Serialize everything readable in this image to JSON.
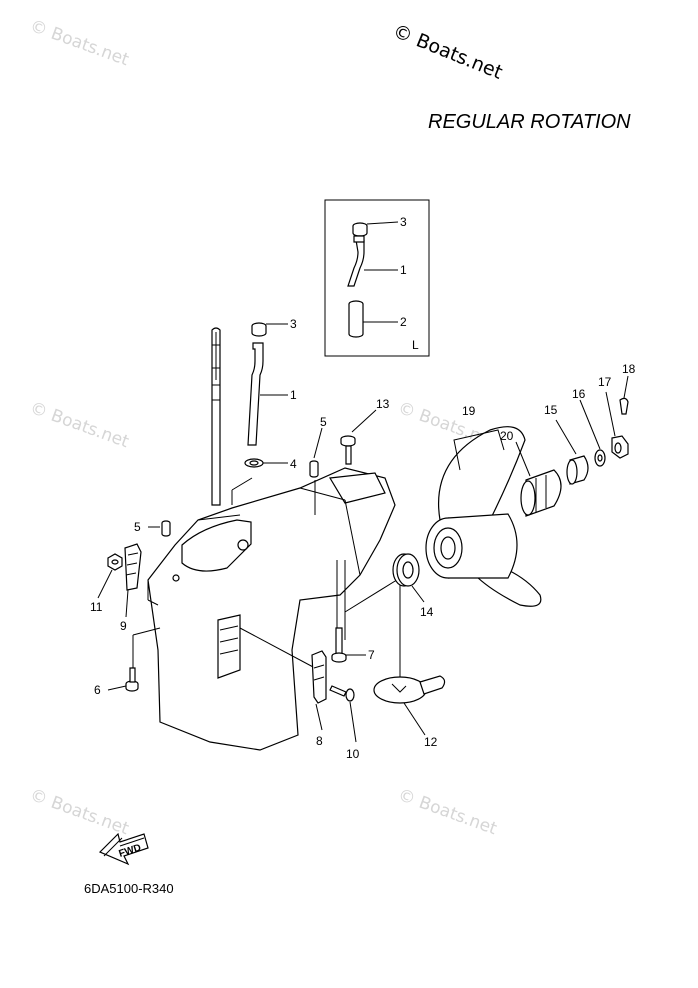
{
  "watermarks": {
    "top_left": "© Boats.net",
    "mid_left": "© Boats.net",
    "mid_right": "© Boats.net",
    "bottom_left": "© Boats.net",
    "bottom_right": "© Boats.net"
  },
  "copyright": "© Boats.net",
  "title": "REGULAR ROTATION",
  "diagram_code": "6DA5100-R340",
  "fwd_label": "FWD",
  "inset": {
    "variant_label": "L",
    "callouts": [
      "3",
      "1",
      "2"
    ]
  },
  "callouts": {
    "c1": "1",
    "c3": "3",
    "c4": "4",
    "c5a": "5",
    "c5b": "5",
    "c6": "6",
    "c7": "7",
    "c8": "8",
    "c9": "9",
    "c10": "10",
    "c11": "11",
    "c12": "12",
    "c13": "13",
    "c14": "14",
    "c15": "15",
    "c16": "16",
    "c17": "17",
    "c18": "18",
    "c19": "19",
    "c20": "20"
  }
}
